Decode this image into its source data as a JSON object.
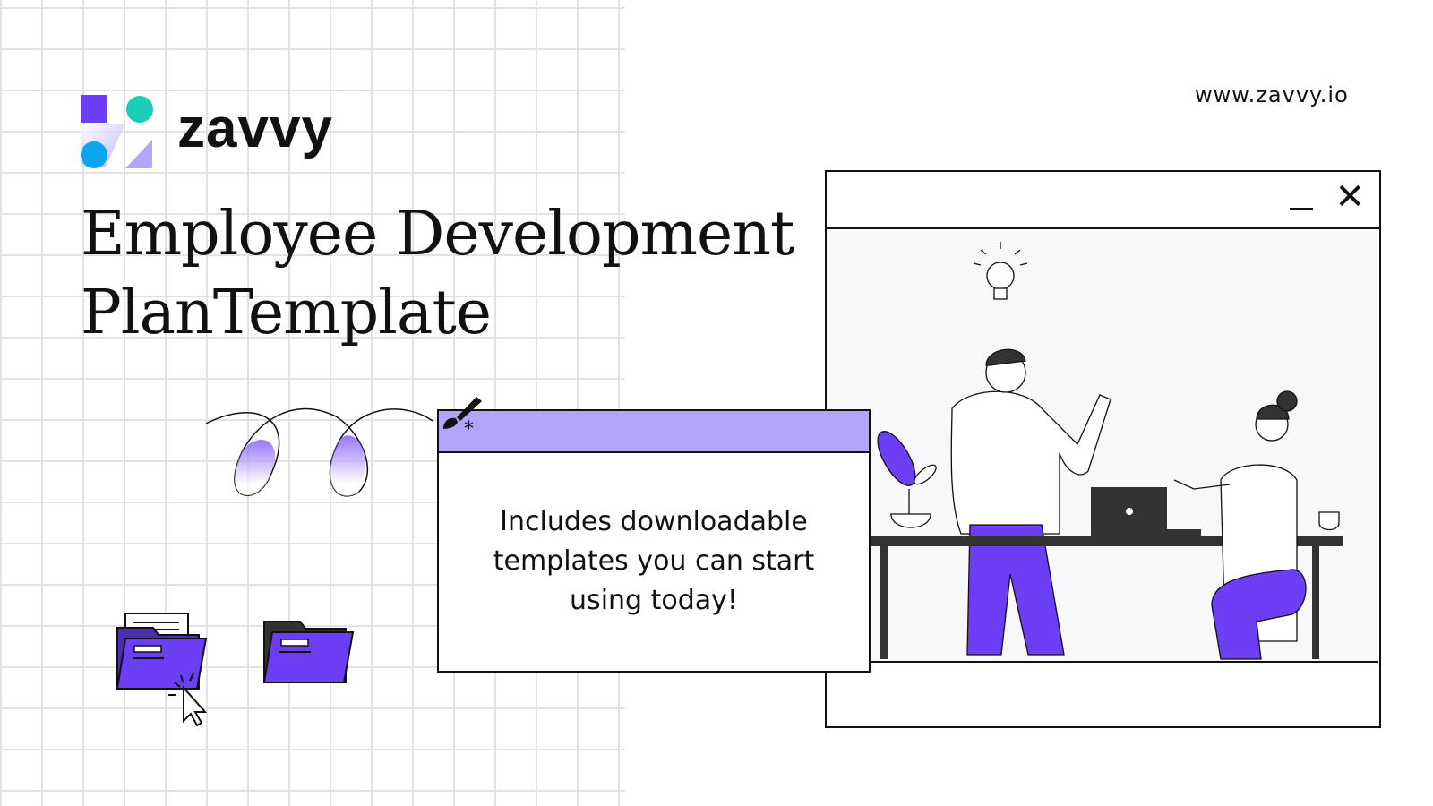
{
  "brand": {
    "name": "zavvy",
    "url": "www.zavvy.io"
  },
  "title": {
    "line1": "Employee Development",
    "line2": "PlanTemplate"
  },
  "dialog": {
    "text_lines": [
      "Includes downloadable",
      "templates you can start",
      "using today!"
    ]
  },
  "window": {
    "close_glyph": "✕"
  },
  "colors": {
    "accent": "#6c3ef5",
    "accent_light": "#b3a5fb",
    "teal": "#1ccdb8",
    "blue": "#0ea5f0",
    "dark": "#3a3a3a"
  },
  "icons": [
    "logo-mark",
    "paintbrush-icon",
    "folder-icon",
    "cursor-icon",
    "lightbulb-icon",
    "minimize-icon",
    "close-icon"
  ]
}
